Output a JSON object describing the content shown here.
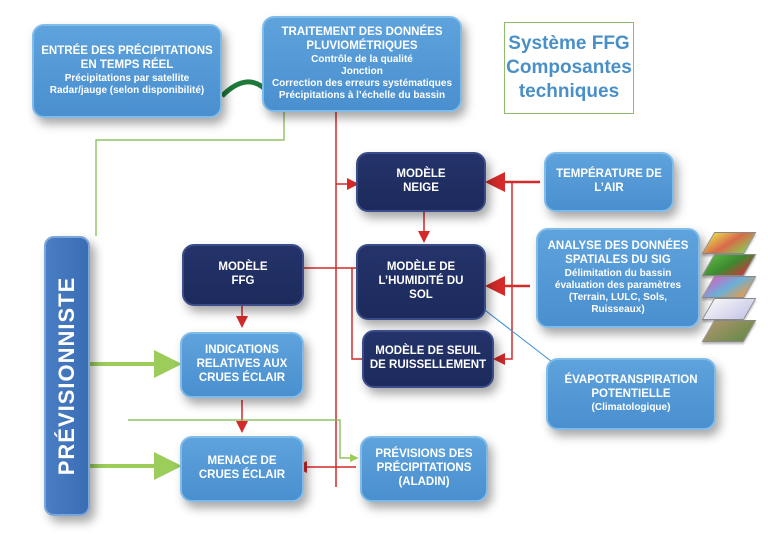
{
  "title": {
    "lines": [
      "Système FFG",
      "Composantes",
      "techniques"
    ]
  },
  "forecaster": {
    "label": "PRÉVISIONNISTE"
  },
  "boxes": {
    "realtime_input": {
      "title": [
        "ENTRÉE DES PRÉCIPITATIONS",
        "EN TEMPS RÉEL"
      ],
      "details": [
        "Précipitations par satellite",
        "Radar/jauge (selon disponibilité)"
      ]
    },
    "rain_processing": {
      "title": [
        "TRAITEMENT DES DONNÉES",
        "PLUVIOMÉTRIQUES"
      ],
      "details": [
        "Contrôle de la qualité",
        "Jonction",
        "Correction des erreurs systématiques",
        "Précipitations à l’échelle du bassin"
      ]
    },
    "snow_model": {
      "title": [
        "MODÈLE",
        "NEIGE"
      ]
    },
    "air_temp": {
      "title": [
        "TEMPÉRATURE DE",
        "L’AIR"
      ]
    },
    "soil_moisture": {
      "title": [
        "MODÈLE DE",
        "L’HUMIDITÉ DU",
        "SOL"
      ]
    },
    "gis_analysis": {
      "title": [
        "ANALYSE DES DONNÉES",
        "SPATIALES DU SIG"
      ],
      "details": [
        "Délimitation du bassin",
        "évaluation des paramètres",
        "(Terrain, LULC, Sols,",
        "Ruisseaux)"
      ]
    },
    "ffg_model": {
      "title": [
        "MODÈLE",
        "FFG"
      ]
    },
    "runoff_threshold": {
      "title": [
        "MODÈLE DE SEUIL",
        "DE RUISSELLEMENT"
      ]
    },
    "flash_flood_guidance": {
      "title": [
        "INDICATIONS",
        "RELATIVES AUX",
        "CRUES ÉCLAIR"
      ]
    },
    "pet": {
      "title": [
        "ÉVAPOTRANSPIRATION",
        "POTENTIELLE"
      ],
      "details": [
        "(Climatologique)"
      ]
    },
    "flash_flood_threat": {
      "title": [
        "MENACE DE",
        "CRUES ÉCLAIR"
      ]
    },
    "precip_forecast": {
      "title": [
        "PRÉVISIONS DES",
        "PRÉCIPITATIONS",
        "(ALADIN)"
      ]
    }
  },
  "colors": {
    "light_box": "#4a8fcf",
    "dark_box": "#1c2a5c",
    "red_link": "#d42a2a",
    "green_link": "#7ab648",
    "blue_link": "#3a8fd8",
    "title_text": "#4a90c8"
  }
}
